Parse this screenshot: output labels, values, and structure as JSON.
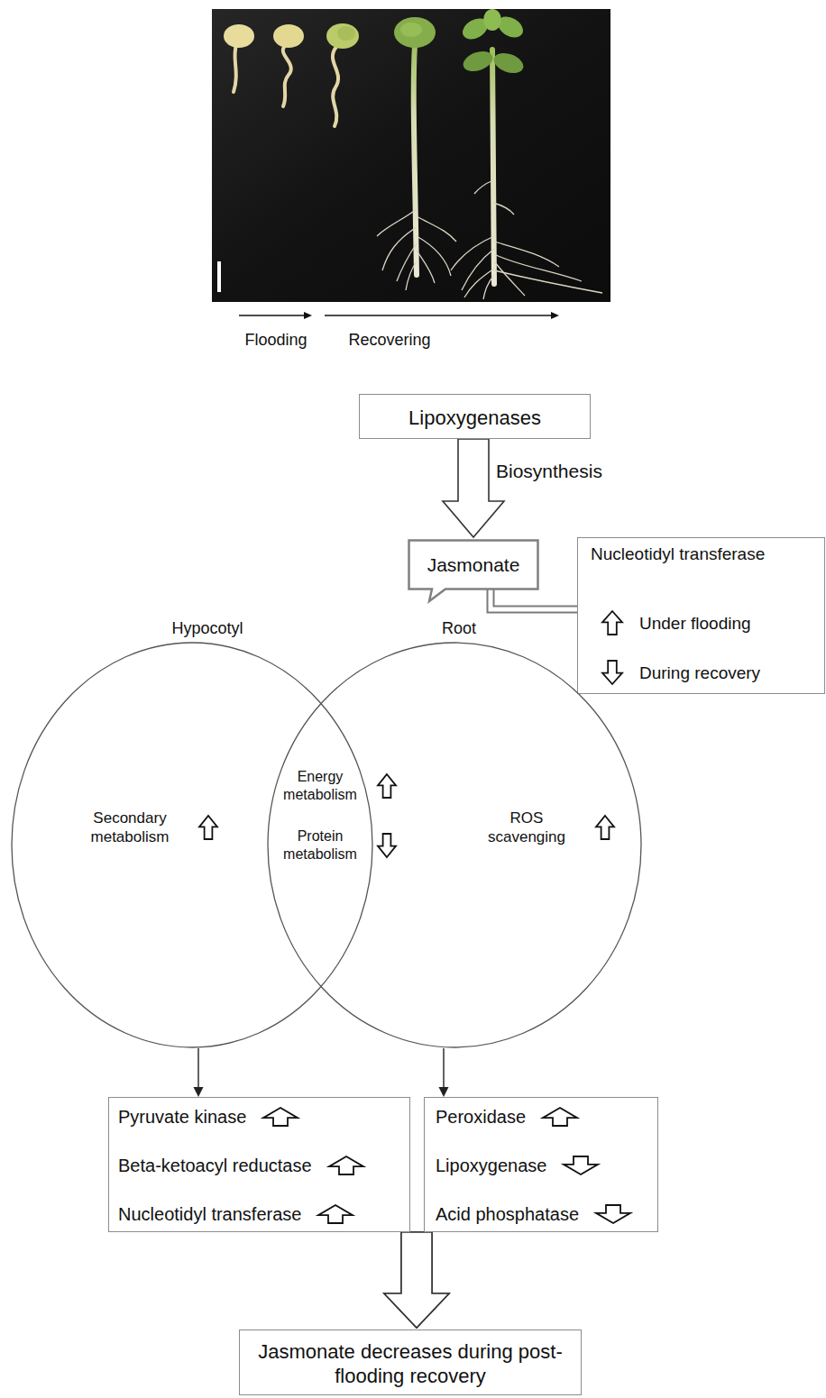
{
  "diagram": {
    "nodes": [
      {
        "text": [
          "Lipoxygenases"
        ]
      },
      {
        "text": [
          "Jasmonate"
        ]
      },
      {
        "text": [
          "Nucleotidyl transferase",
          "Under flooding",
          "During recovery"
        ]
      },
      {
        "text": [
          "Hypocotyl",
          "Secondary metabolism"
        ]
      },
      {
        "text": [
          "Root",
          "ROS scavenging"
        ]
      },
      {
        "text": [
          "Pyruvate kinase",
          "Beta-ketoacyl reductase",
          "Nucleotidyl transferase"
        ]
      },
      {
        "text": [
          "Peroxidase",
          "Lipoxygenase",
          "Acid phosphatase"
        ]
      },
      {
        "text": [
          "Jasmonate decreases during post-flooding recovery"
        ]
      }
    ],
    "edges": [
      {
        "from": 0,
        "to": 1,
        "label": "Biosynthesis",
        "arrow": "to"
      },
      {
        "from": 1,
        "to": 2,
        "arrow": "none"
      },
      {
        "from": 3,
        "to": 5,
        "arrow": "to"
      },
      {
        "from": 4,
        "to": 6,
        "arrow": "to"
      },
      {
        "from": 5,
        "to": 7,
        "arrow": "to"
      },
      {
        "from": 6,
        "to": 7,
        "arrow": "to"
      }
    ],
    "labels": [
      "Flooding",
      "Recovering",
      "Energy metabolism",
      "Protein metabolism"
    ]
  }
}
